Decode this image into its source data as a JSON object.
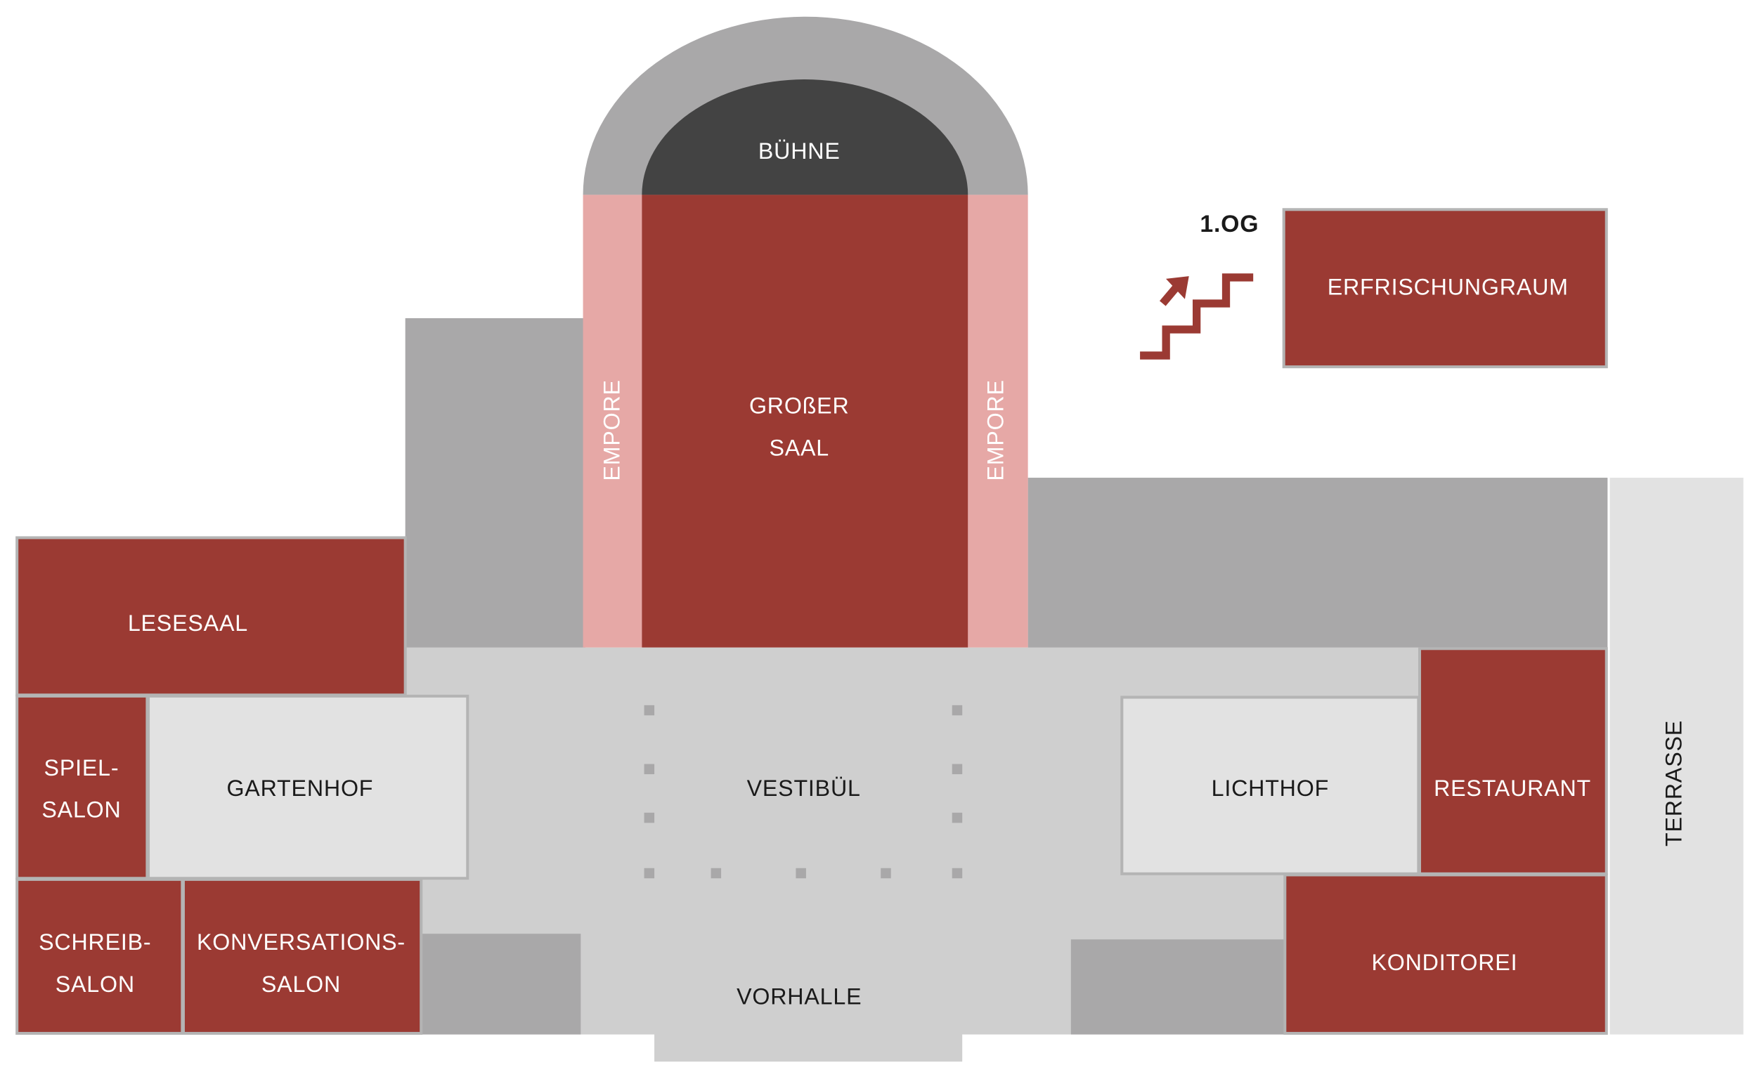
{
  "colors": {
    "room_red": "#9b3a33",
    "empore_pink": "#e6a8a6",
    "stage_dark": "#434343",
    "wall_grey": "#a9a8a9",
    "hall_grey": "#cfcfcf",
    "court_light": "#e2e2e2"
  },
  "rooms": {
    "buehne": "BÜHNE",
    "grosser_saal": [
      "GROßER",
      "SAAL"
    ],
    "empore_left": "EMPORE",
    "empore_right": "EMPORE",
    "lesesaal": "LESESAAL",
    "spielsalon": [
      "SPIEL-",
      "SALON"
    ],
    "gartenhof": "GARTENHOF",
    "schreibsalon": [
      "SCHREIB-",
      "SALON"
    ],
    "konversationssalon": [
      "KONVERSATIONS-",
      "SALON"
    ],
    "vestibuel": "VESTIBÜL",
    "vorhalle": "VORHALLE",
    "lichthof": "LICHTHOF",
    "restaurant": "RESTAURANT",
    "konditorei": "KONDITOREI",
    "terrasse": "TERRASSE",
    "erfrischungraum": "ERFRISCHUNGRAUM"
  },
  "upper_floor": {
    "label": "1.OG",
    "icon": "stairs-up-icon"
  }
}
